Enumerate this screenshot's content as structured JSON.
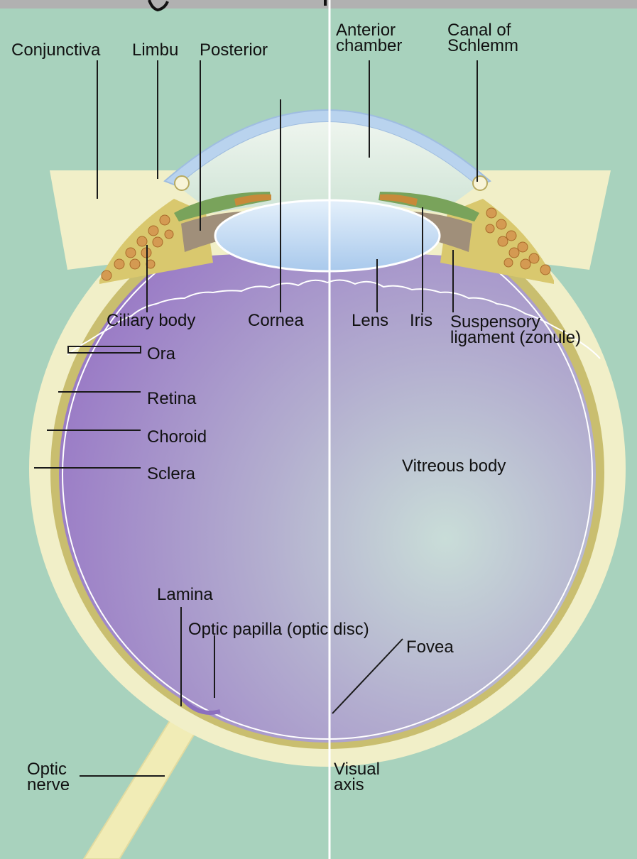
{
  "colors": {
    "background": "#a8d2bd",
    "sclera": "#f1efc8",
    "choroid": "#c9be6f",
    "retina_line": "#ffffff",
    "vitreous": "#9a7bc6",
    "cornea": "#b9d3ee",
    "anterior_chamber": "#dde9dc",
    "lens": "#bcd7f1",
    "iris": "#8a7256",
    "ciliary_body": "#d9c86e",
    "optic_nerve": "#f1ecb6",
    "top_band": "#b1b1b1"
  },
  "labels": {
    "conjunctiva": "Conjunctiva",
    "limbu": "Limbu",
    "posterior": "Posterior",
    "anterior_chamber": "Anterior\nchamber",
    "canal_of_schlemm": "Canal of\nSchlemm",
    "ciliary_body": "Ciliary body",
    "cornea": "Cornea",
    "lens": "Lens",
    "iris": "Iris",
    "suspensory_ligament": "Suspensory\nligament (zonule)",
    "ora": "Ora",
    "retina": "Retina",
    "choroid": "Choroid",
    "sclera": "Sclera",
    "vitreous_body": "Vitreous body",
    "lamina": "Lamina",
    "optic_papilla": "Optic papilla (optic disc)",
    "fovea": "Fovea",
    "optic_nerve": "Optic\nnerve",
    "visual_axis": "Visual\naxis"
  }
}
